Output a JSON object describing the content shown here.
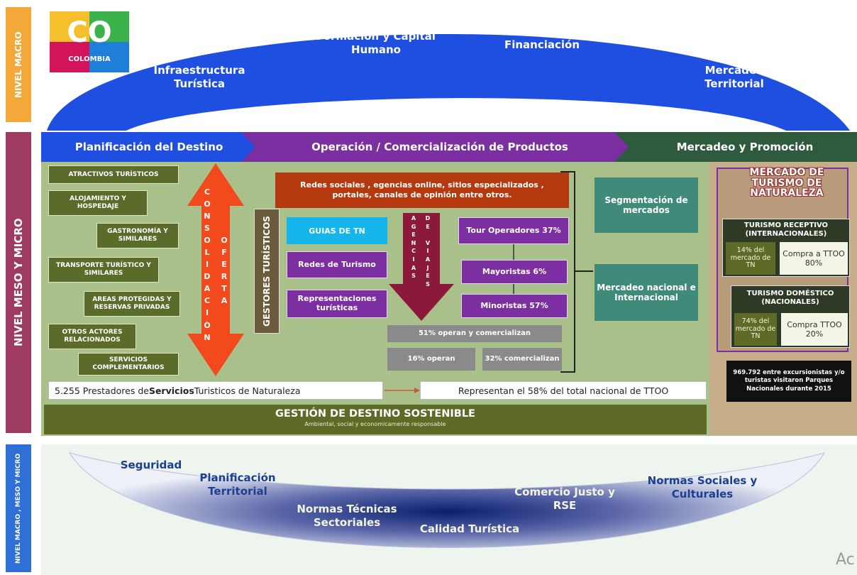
{
  "levels": {
    "macro": "NIVEL MACRO",
    "meso": "NIVEL MESO Y MICRO",
    "bottom": "NIVEL MACRO , MESO Y MICRO"
  },
  "logo": {
    "text": "CO",
    "subtitle": "COLOMBIA"
  },
  "macro_arc": {
    "infraestructura": "Infraestructura Turística",
    "formacion": "Formación y Capital Humano",
    "financiacion": "Financiación",
    "mercadeo": "Mercadeo Territorial"
  },
  "bands": {
    "planificacion": "Planificación del Destino",
    "operacion": "Operación   /  Comercialización  de Productos",
    "mercadeo": "Mercadeo y Promoción"
  },
  "left_boxes": [
    "ATRACTIVOS TURÍSTICOS",
    "ALOJAMIENTO Y HOSPEDAJE",
    "GASTRONOMÍA Y SIMILARES",
    "TRANSPORTE TURÍSTICO Y SIMILARES",
    "AREAS PROTEGIDAS Y RESERVAS PRIVADAS",
    "OTROS ACTORES RELACIONADOS",
    "SERVICIOS COMPLEMENTARIOS"
  ],
  "consolidacion": "C\nO\nN\nS\nO\nL\nI\nD\nA\nC\nI\nÒ\nN",
  "oferta": "O\nF\nE\nR\nT\nA",
  "redes_sociales": "Redes sociales , egencias online,  sitios especializados , portales, canales de opinión entre otros.",
  "gestores": "GESTORES TURÍSTICOS",
  "guias": "GUIAS DE TN",
  "redes_turismo": "Redes de Turismo",
  "representaciones": "Representaciones turísticas",
  "agencias": "A\nG\nE\nN\nC\nI\nA\nS",
  "de_viajes": "D\nE\n\nV\nI\nA\nJ\nE\nS",
  "tour_operadores": "Tour Operadores  37%",
  "mayoristas": "Mayoristas 6%",
  "minoristas": "Minoristas 57%",
  "opera_comercializa": "51% operan y comercializan",
  "operan": "16% operan",
  "comercializan": "32% comercializan",
  "segmentacion": "Segmentación de mercados",
  "mercadeo_nacional": "Mercadeo nacional e Internacional",
  "prestadores": {
    "prefix": "5.255 Prestadores de ",
    "bold": "Servicios",
    "suffix": " Turisticos de Naturaleza"
  },
  "representan": "Representan el 58% del total nacional de TTOO",
  "gestion": {
    "title": "GESTIÓN DE DESTINO SOSTENIBLE",
    "subtitle": "Ambiental, social y economicamente responsable"
  },
  "mercado_tn": {
    "title": "MERCADO DE TURISMO DE NATURALEZA",
    "receptivo": {
      "title": "TURISMO RECEPTIVO (INTERNACIONALES)",
      "left": "14% del mercado de TN",
      "right": "Compra a TTOO 80%"
    },
    "domestico": {
      "title": "TURISMO DOMÉSTICO (NACIONALES)",
      "left": "74% del mercado de TN",
      "right": "Compra TTOO 20%"
    },
    "parques": "969.792 entre excursionistas y/o turistas visitaron Parques Nacionales durante 2015"
  },
  "bottom_arc": {
    "seguridad": "Seguridad",
    "planificacion": "Planificación Territorial",
    "normas_tecnicas": "Normas Técnicas Sectoriales",
    "calidad": "Calidad Turística",
    "comercio": "Comercio Justo y RSE",
    "normas_sociales": "Normas Sociales y Culturales"
  },
  "watermark": "Ac",
  "colors": {
    "blue": "#1f4fe0",
    "purple": "#7b2fa0",
    "olive": "#5a6b2a",
    "red_arrow": "#f24a1c",
    "maroon": "#8b1a3a",
    "teal": "#3f8a79",
    "dark_green": "#2e5a3e",
    "cyan": "#13b5ea"
  }
}
